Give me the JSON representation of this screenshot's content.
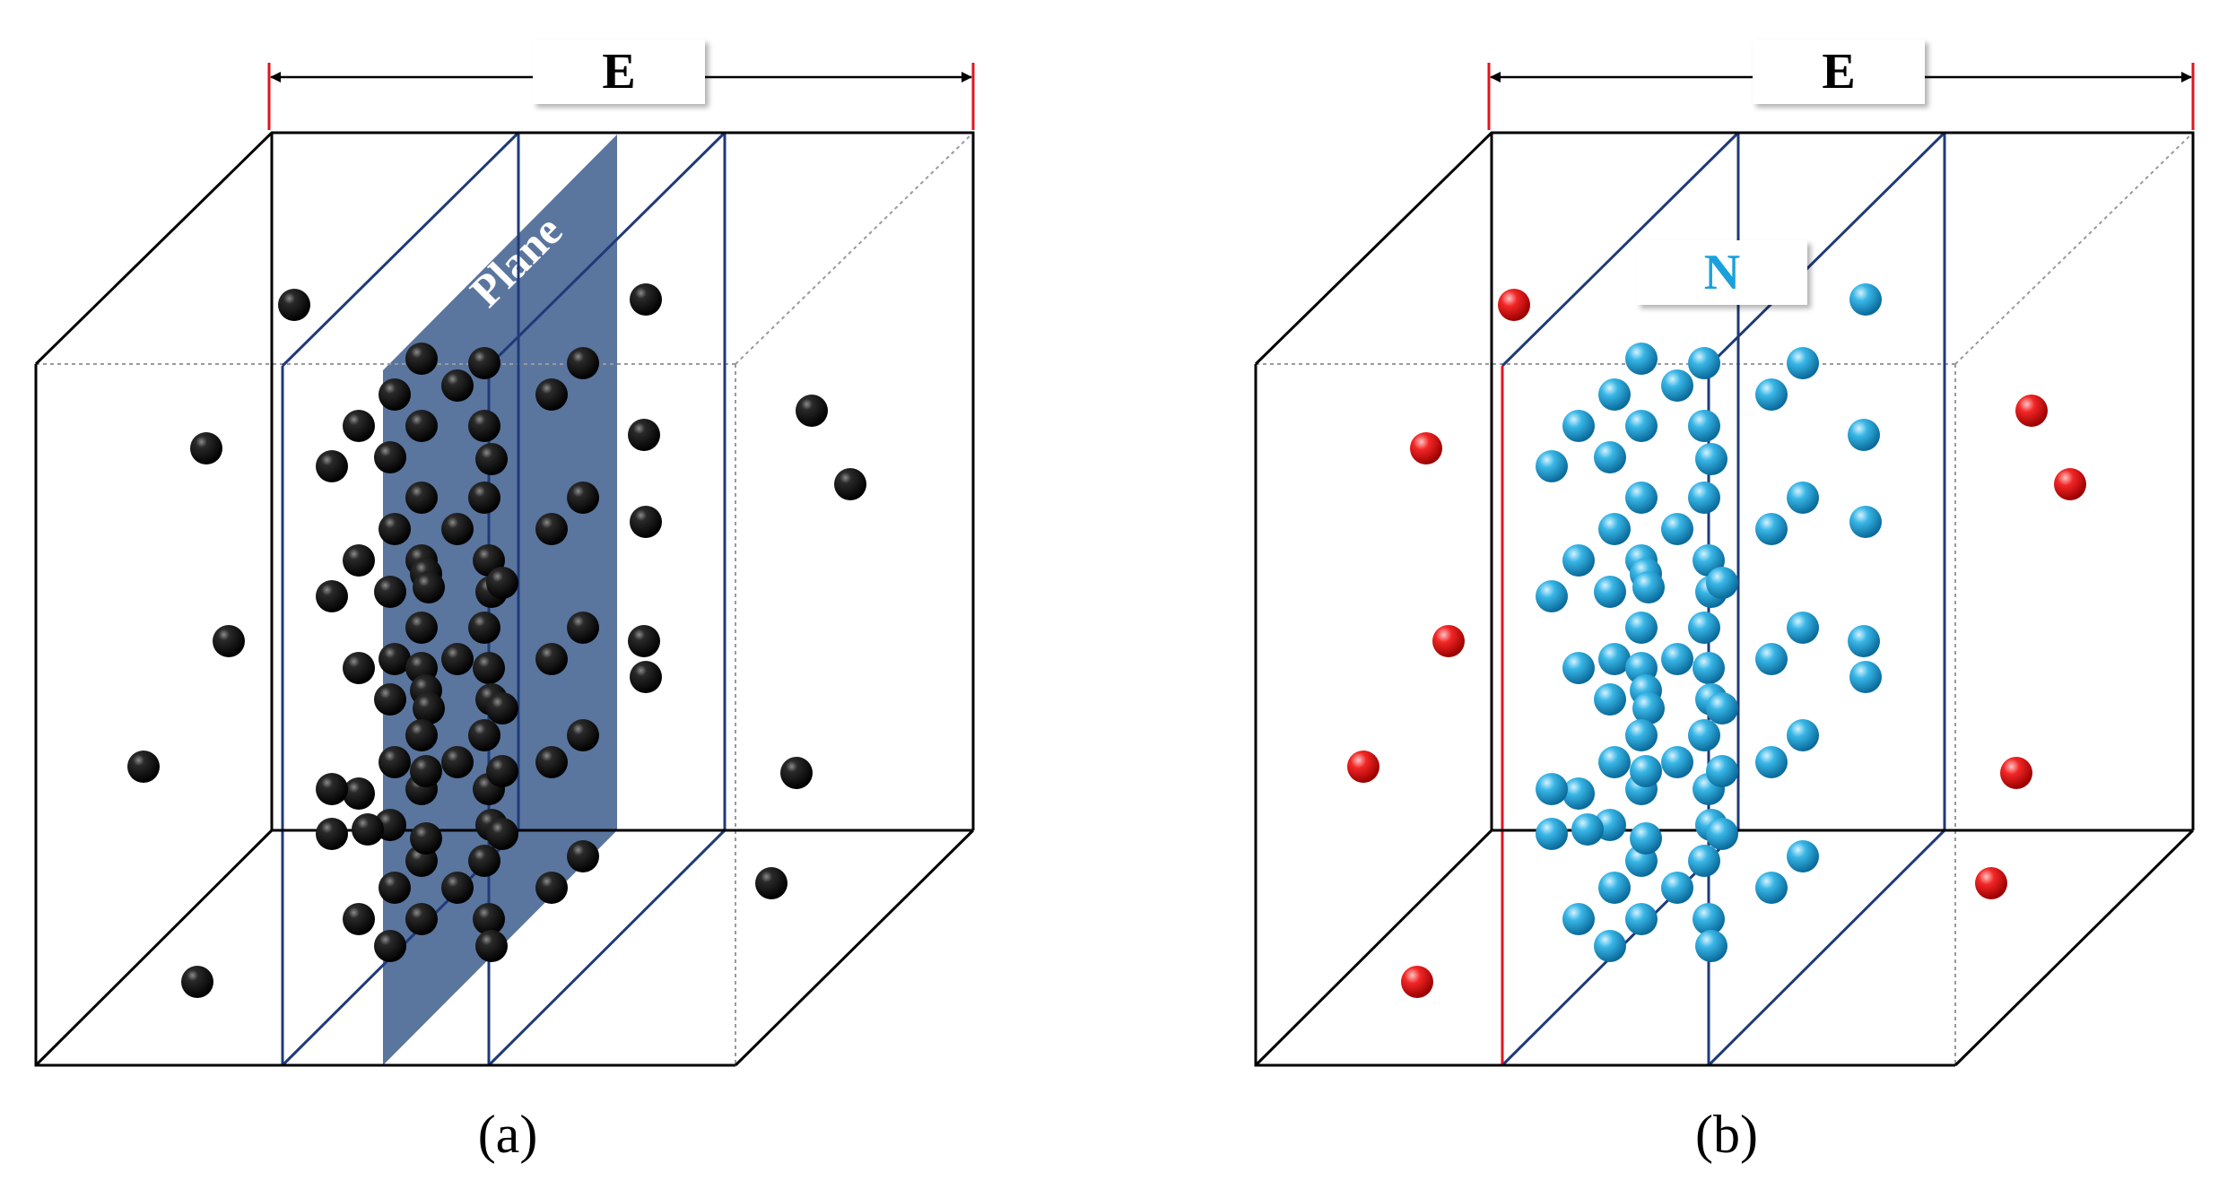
{
  "figure": {
    "panels": [
      {
        "id": "a",
        "caption": "(a)",
        "field_label": "E",
        "plane_label": "Plane",
        "atom_color": "#111111",
        "plane_color": "#3d5d8d"
      },
      {
        "id": "b",
        "caption": "(b)",
        "field_label": "E",
        "count_label": "N",
        "atom_color_inside": "#2aa6d8",
        "atom_color_outside": "#e0141c"
      }
    ]
  }
}
